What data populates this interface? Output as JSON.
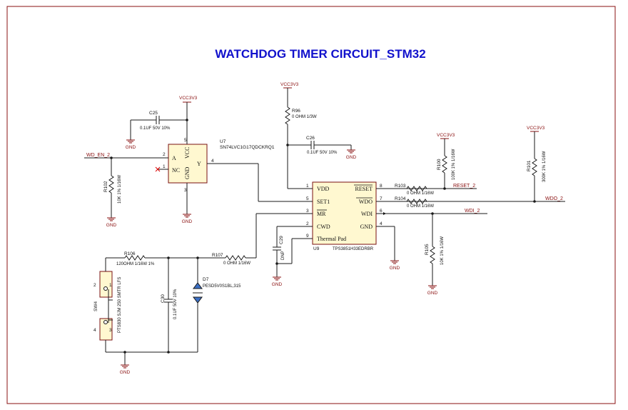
{
  "title": "WATCHDOG TIMER CIRCUIT_STM32",
  "power": {
    "vcc": "VCC3V3",
    "gnd": "GND"
  },
  "nets": {
    "wd_en": "WD_EN_2",
    "reset": "RESET_2",
    "wdo": "WDO_2",
    "wdi": "WDI_2"
  },
  "u7": {
    "ref": "U7",
    "part": "SN74LVC1G17QDCKRQ1",
    "pins": {
      "a": "A",
      "nc": "NC",
      "vcc": "VCC",
      "gnd": "GND",
      "y": "Y"
    },
    "pin_numbers": {
      "a": "2",
      "nc": "1",
      "vcc": "5",
      "gnd": "3",
      "y": "4"
    }
  },
  "u9": {
    "ref": "U9",
    "part": "TPS3851H33EDRBR",
    "left_pins": [
      {
        "no": "1",
        "name": "VDD"
      },
      {
        "no": "5",
        "name": "SET1"
      },
      {
        "no": "3",
        "name": "MR"
      },
      {
        "no": "2",
        "name": "CWD"
      },
      {
        "no": "9",
        "name": "Thermal Pad"
      }
    ],
    "right_pins": [
      {
        "no": "8",
        "name": "RESET"
      },
      {
        "no": "7",
        "name": "WDO"
      },
      {
        "no": "6",
        "name": "WDI"
      },
      {
        "no": "4",
        "name": "GND"
      }
    ]
  },
  "components": {
    "c25": {
      "ref": "C25",
      "value": "0.1UF 50V 10%"
    },
    "c26": {
      "ref": "C26",
      "value": "0.1UF 50V 10%"
    },
    "c29": {
      "ref": "C29",
      "value": "DNP"
    },
    "c30": {
      "ref": "C30",
      "value": "0.1UF 50V 10%"
    },
    "r96": {
      "ref": "R96",
      "value": "0 OHM 1/3W"
    },
    "r100": {
      "ref": "R100",
      "value": "100K 1% 1/16W"
    },
    "r101": {
      "ref": "R101",
      "value": "300K 1% 1/16W"
    },
    "r102": {
      "ref": "R102",
      "value": "10K 1% 1/16W"
    },
    "r103": {
      "ref": "R103",
      "value": "0 OHM 1/16W"
    },
    "r104": {
      "ref": "R104",
      "value": "0 OHM 1/16W"
    },
    "r105": {
      "ref": "R105",
      "value": "10K 1% 1/16W"
    },
    "r106": {
      "ref": "R106",
      "value": "120OHM 1/16W 1%"
    },
    "r107": {
      "ref": "R107",
      "value": "0 OHM 1/16W"
    },
    "d7": {
      "ref": "D7",
      "value": "PESD5V0S1BL,315"
    },
    "sw4": {
      "ref": "SW4",
      "value": "PTS830 SJM 250 SMTR LFS"
    }
  }
}
